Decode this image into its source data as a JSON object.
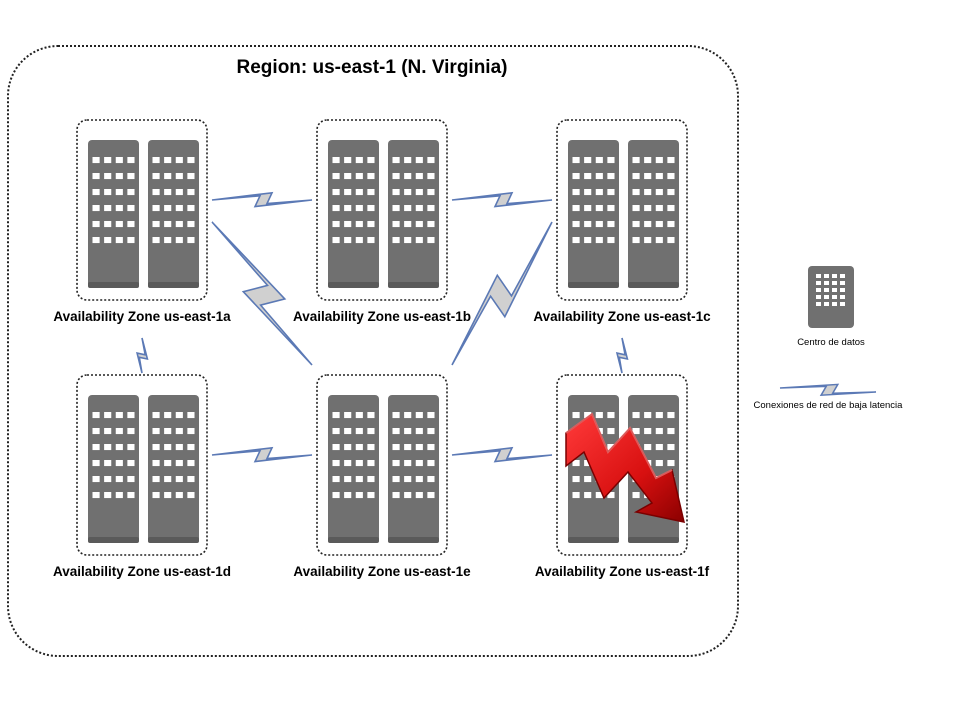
{
  "region": {
    "title": "Region: us-east-1 (N. Virginia)"
  },
  "zones": [
    {
      "id": "us-east-1a",
      "label": "Availability Zone us-east-1a",
      "status": "normal"
    },
    {
      "id": "us-east-1b",
      "label": "Availability Zone us-east-1b",
      "status": "normal"
    },
    {
      "id": "us-east-1c",
      "label": "Availability Zone us-east-1c",
      "status": "normal"
    },
    {
      "id": "us-east-1d",
      "label": "Availability Zone us-east-1d",
      "status": "normal"
    },
    {
      "id": "us-east-1e",
      "label": "Availability Zone us-east-1e",
      "status": "normal"
    },
    {
      "id": "us-east-1f",
      "label": "Availability Zone us-east-1f",
      "status": "down"
    }
  ],
  "links": [
    [
      "us-east-1a",
      "us-east-1b"
    ],
    [
      "us-east-1b",
      "us-east-1c"
    ],
    [
      "us-east-1a",
      "us-east-1d"
    ],
    [
      "us-east-1a",
      "us-east-1e"
    ],
    [
      "us-east-1c",
      "us-east-1e"
    ],
    [
      "us-east-1c",
      "us-east-1f"
    ],
    [
      "us-east-1d",
      "us-east-1e"
    ],
    [
      "us-east-1e",
      "us-east-1f"
    ]
  ],
  "legend": {
    "datacenter": "Centro de datos",
    "network": "Conexiones de red de baja latencia"
  },
  "colors": {
    "server": "#707070",
    "server_dark": "#5a5a5a",
    "window": "#ffffff",
    "bolt_fill": "#d0d0d0",
    "bolt_stroke": "#5b79b5",
    "alert_arrow": "#e01515",
    "border": "#222222"
  },
  "icons": {
    "datacenter": "server-rack-icon",
    "network": "lightning-bolt-icon",
    "alert": "red-down-arrow-icon"
  }
}
